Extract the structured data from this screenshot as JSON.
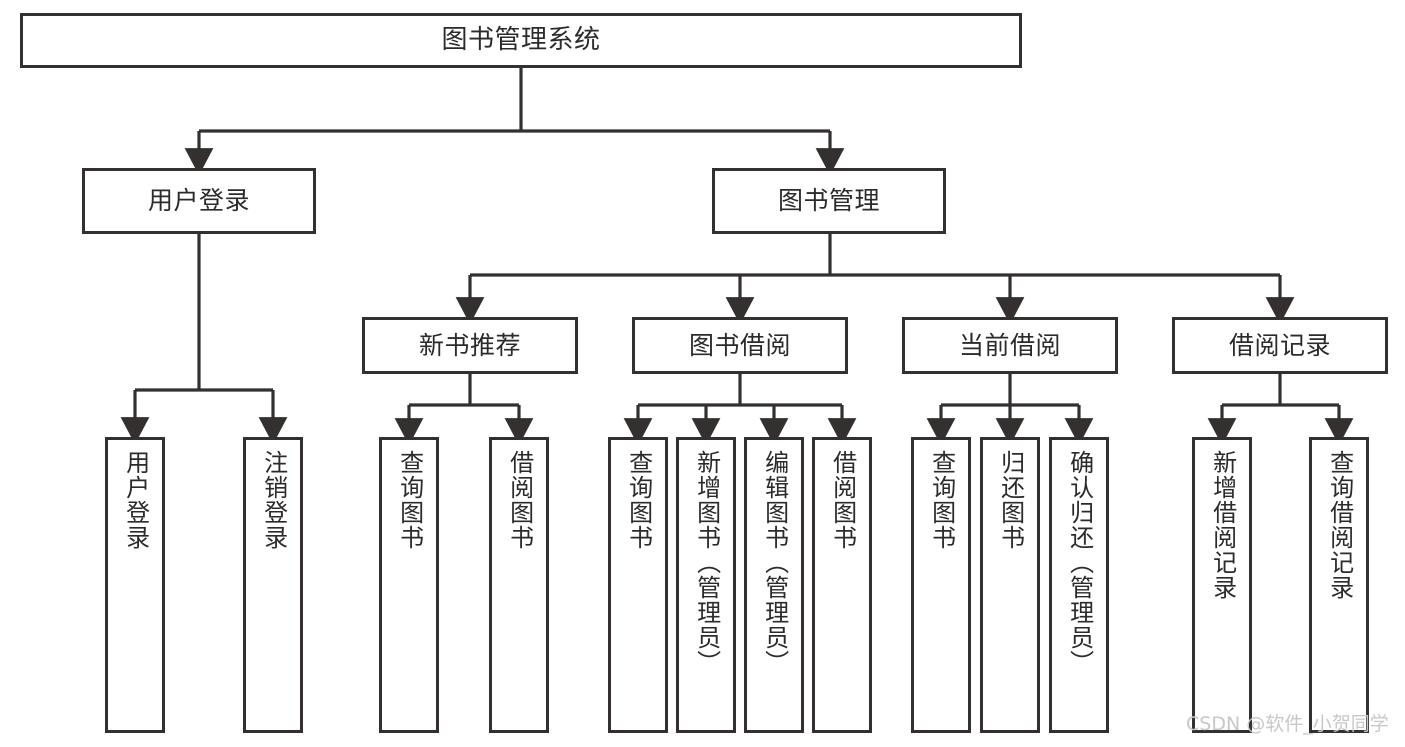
{
  "diagram": {
    "title": "图书管理系统",
    "type": "tree-hierarchy-diagram",
    "colors": {
      "box_border": "#33302f",
      "box_fill": "#ffffff",
      "edge": "#33302f",
      "text": "#2b2b2b",
      "watermark": "#c8c8c8",
      "background": "#ffffff"
    },
    "root": {
      "label": "图书管理系统"
    },
    "level1": [
      {
        "label": "用户登录"
      },
      {
        "label": "图书管理"
      }
    ],
    "level2": [
      {
        "label": "新书推荐"
      },
      {
        "label": "图书借阅"
      },
      {
        "label": "当前借阅"
      },
      {
        "label": "借阅记录"
      }
    ],
    "leaves": {
      "user_login": [
        {
          "label": "用户登录"
        },
        {
          "label": "注销登录"
        }
      ],
      "new_book_recommend": [
        {
          "label": "查询图书"
        },
        {
          "label": "借阅图书"
        }
      ],
      "book_borrow": [
        {
          "label": "查询图书"
        },
        {
          "label": "新增图书（管理员）"
        },
        {
          "label": "编辑图书（管理员）"
        },
        {
          "label": "借阅图书"
        }
      ],
      "current_borrow": [
        {
          "label": "查询图书"
        },
        {
          "label": "归还图书"
        },
        {
          "label": "确认归还（管理员）"
        }
      ],
      "borrow_record": [
        {
          "label": "新增借阅记录"
        },
        {
          "label": "查询借阅记录"
        }
      ]
    }
  },
  "watermark": {
    "text": "CSDN @软件_小贺同学"
  }
}
